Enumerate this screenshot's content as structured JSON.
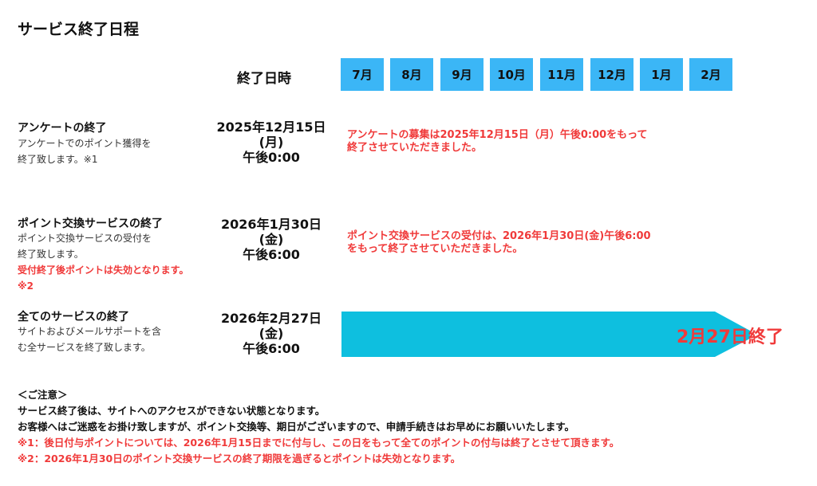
{
  "title": "サービス終了日程",
  "header": {
    "end_datetime": "終了日時",
    "months": [
      "7月",
      "8月",
      "9月",
      "10月",
      "11月",
      "12月",
      "1月",
      "2月"
    ]
  },
  "rows": [
    {
      "title": "アンケートの終了",
      "desc": [
        "アンケートでのポイント獲得を",
        "終了致します。※1"
      ],
      "date": [
        "2025年12月15日",
        "(月)",
        "午後0:00"
      ],
      "message": [
        "アンケートの募集は2025年12月15日（月）午後0:00をもって",
        "終了させていただきました。"
      ]
    },
    {
      "title": "ポイント交換サービスの終了",
      "desc": [
        "ポイント交換サービスの受付を",
        "終了致します。"
      ],
      "warning": "受付終了後ポイントは失効となります。※2",
      "date": [
        "2026年1月30日",
        "(金)",
        "午後6:00"
      ],
      "message": [
        "ポイント交換サービスの受付は、2026年1月30日(金)午後6:00",
        "をもって終了させていただきました。"
      ]
    },
    {
      "title": "全てのサービスの終了",
      "desc": [
        "サイトおよびメールサポートを含",
        "む全サービスを終了致します。"
      ],
      "date": [
        "2026年2月27日",
        "(金)",
        "午後6:00"
      ],
      "arrow_label": "2月27日終了"
    }
  ],
  "notes": {
    "heading": "＜ご注意＞",
    "lines": [
      "サービス終了後は、サイトへのアクセスができない状態となります。",
      "お客様へはご迷惑をお掛け致しますが、ポイント交換等、期日がございますので、申請手続きはお早めにお願いいたします。"
    ],
    "red_lines": [
      "※1：後日付与ポイントについては、2026年1月15日までに付与し、この日をもって全てのポイントの付与は終了とさせて頂きます。",
      "※2：2026年1月30日のポイント交換サービスの終了期限を過ぎるとポイントは失効となります。"
    ]
  },
  "colors": {
    "month": "#3bb6f6",
    "arrow": "#0ebfdf",
    "red": "#f03a3a"
  }
}
